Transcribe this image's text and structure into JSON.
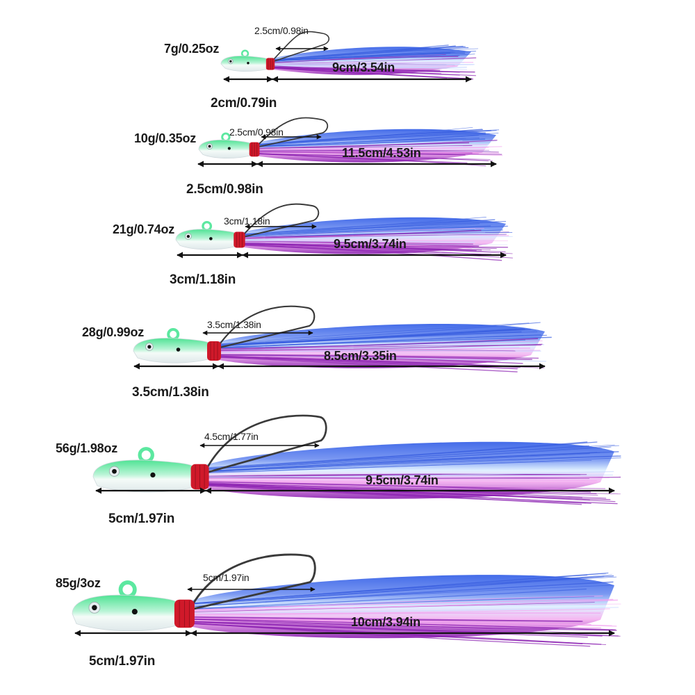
{
  "colors": {
    "head": "#5ce8a0",
    "head_light": "#f2fbf7",
    "thread": "#d0192a",
    "hair_blue": "#3a5fe0",
    "hair_pink": "#f2a0f0",
    "hair_purple": "#8a1fb0",
    "hook": "#3a3a3a",
    "arrow": "#111111"
  },
  "jigs": [
    {
      "weight": "7g/0.25oz",
      "head_length": "2cm/0.79in",
      "hook_gap": "2.5cm/0.98in",
      "tail_length": "9cm/3.54in"
    },
    {
      "weight": "10g/0.35oz",
      "head_length": "2.5cm/0.98in",
      "hook_gap": "2.5cm/0.98in",
      "tail_length": "11.5cm/4.53in"
    },
    {
      "weight": "21g/0.74oz",
      "head_length": "3cm/1.18in",
      "hook_gap": "3cm/1.18in",
      "tail_length": "9.5cm/3.74in"
    },
    {
      "weight": "28g/0.99oz",
      "head_length": "3.5cm/1.38in",
      "hook_gap": "3.5cm/1.38in",
      "tail_length": "8.5cm/3.35in"
    },
    {
      "weight": "56g/1.98oz",
      "head_length": "5cm/1.97in",
      "hook_gap": "4.5cm/1.77in",
      "tail_length": "9.5cm/3.74in"
    },
    {
      "weight": "85g/3oz",
      "head_length": "5cm/1.97in",
      "hook_gap": "5cm/1.97in",
      "tail_length": "10cm/3.94in"
    }
  ]
}
